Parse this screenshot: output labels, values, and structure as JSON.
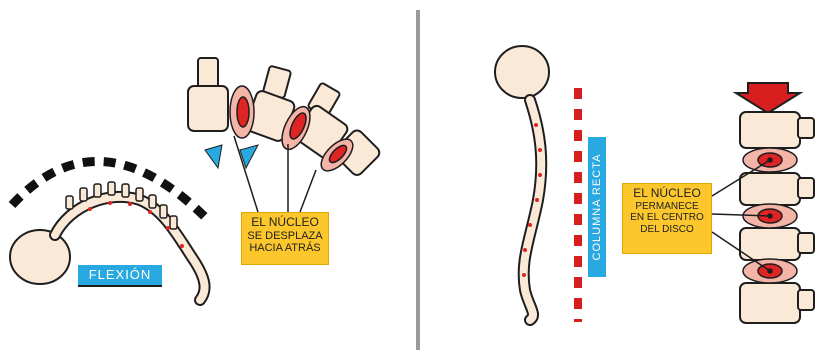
{
  "left_panel": {
    "flexion_label": "FLEXIÓN",
    "nucleus_note": {
      "line1": "EL NÚCLEO",
      "line2": "SE DESPLAZA",
      "line3": "HACIA ATRÁS"
    }
  },
  "right_panel": {
    "straight_label": "COLUMNA RECTA",
    "nucleus_note": {
      "line1": "EL NÚCLEO",
      "line2": "PERMANECE",
      "line3": "EN EL CENTRO",
      "line4": "DEL DISCO"
    }
  },
  "colors": {
    "bone": "#fbe9d7",
    "outline": "#1e1e1e",
    "nucleus": "#e02424",
    "disc": "#f5b4a8",
    "arrow_blue": "#29a9e1",
    "label_yellow": "#fbc72c",
    "divider": "#9a9a9a",
    "arrow_red": "#d81f1f"
  }
}
